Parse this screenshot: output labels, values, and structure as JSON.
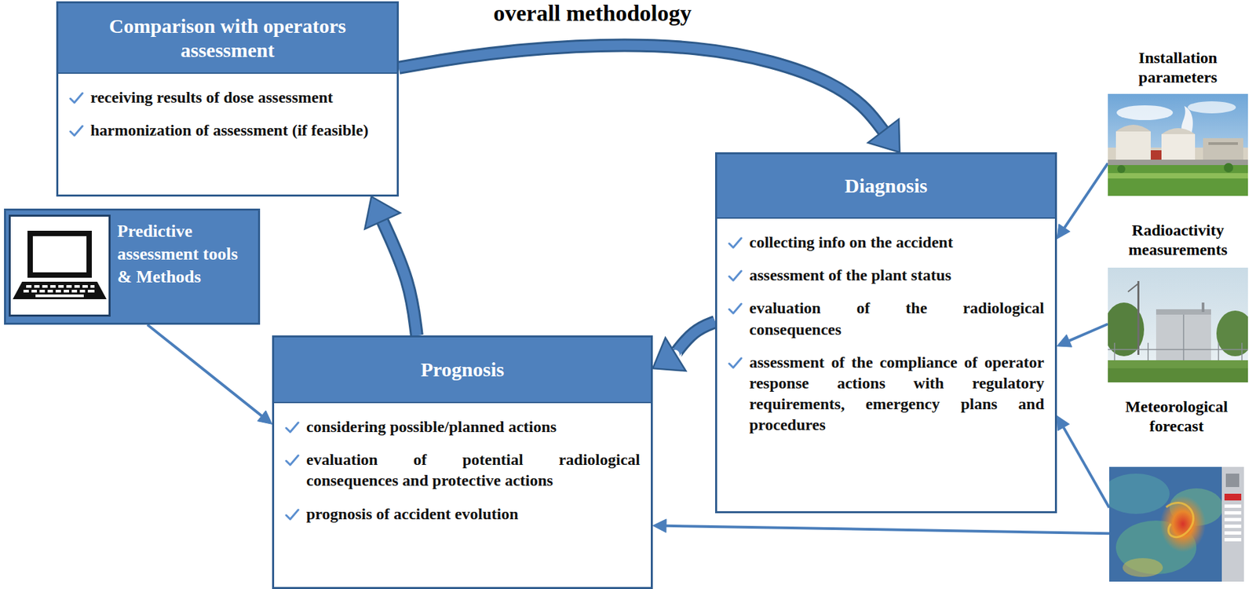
{
  "diagram": {
    "title": "overall methodology",
    "nodes": [
      {
        "text": [
          "Comparison with operators assessment",
          "receiving results of dose assessment",
          "harmonization of assessment (if feasible)"
        ]
      },
      {
        "text": [
          "Predictive assessment tools & Methods"
        ]
      },
      {
        "text": [
          "Diagnosis",
          "collecting info on the accident",
          "assessment of the plant status",
          "evaluation of the radiological consequences",
          "assessment of the compliance of operator response actions with regulatory requirements, emergency plans and procedures"
        ]
      },
      {
        "text": [
          "Prognosis",
          "considering possible/planned actions",
          "evaluation of potential radiological consequences and protective actions",
          "prognosis of accident evolution"
        ]
      },
      {
        "text": [
          "Installation parameters"
        ]
      },
      {
        "text": [
          "Radioactivity measurements"
        ]
      },
      {
        "text": [
          "Meteorological forecast"
        ]
      }
    ],
    "edges": [
      {
        "from": 0,
        "to": 2,
        "arrow": "to"
      },
      {
        "from": 2,
        "to": 3,
        "arrow": "to"
      },
      {
        "from": 3,
        "to": 0,
        "arrow": "to"
      },
      {
        "from": 1,
        "to": 3,
        "arrow": "to"
      },
      {
        "from": 4,
        "to": 2,
        "arrow": "to"
      },
      {
        "from": 5,
        "to": 2,
        "arrow": "to"
      },
      {
        "from": 6,
        "to": 2,
        "arrow": "to"
      },
      {
        "from": 6,
        "to": 3,
        "arrow": "to"
      }
    ]
  }
}
